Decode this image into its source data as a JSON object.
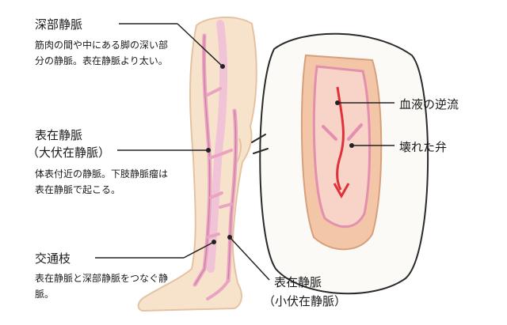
{
  "labels": {
    "deep_vein": {
      "title": "深部静脈",
      "desc": "筋肉の間や中にある脚の深い部分の静脈。表在静脈より太い。"
    },
    "superficial_great": {
      "title": "表在静脈",
      "subtitle": "（大伏在静脈）",
      "desc": "体表付近の静脈。下肢静脈瘤は表在静脈で起こる。"
    },
    "communicating": {
      "title": "交通枝",
      "desc": "表在静脈と深部静脈をつなぐ静脈。"
    },
    "superficial_small": {
      "title": "表在静脈",
      "subtitle": "（小伏在静脈）"
    },
    "backflow": "血液の逆流",
    "broken_valve": "壊れた弁"
  },
  "colors": {
    "skin": "#f7e3cc",
    "skin_shadow": "#e9c3a3",
    "vein": "#e9a4c2",
    "vein_dark": "#c9789c",
    "valve_bg": "#f2c6a6",
    "arrow": "#e0303a",
    "line": "#222222"
  }
}
